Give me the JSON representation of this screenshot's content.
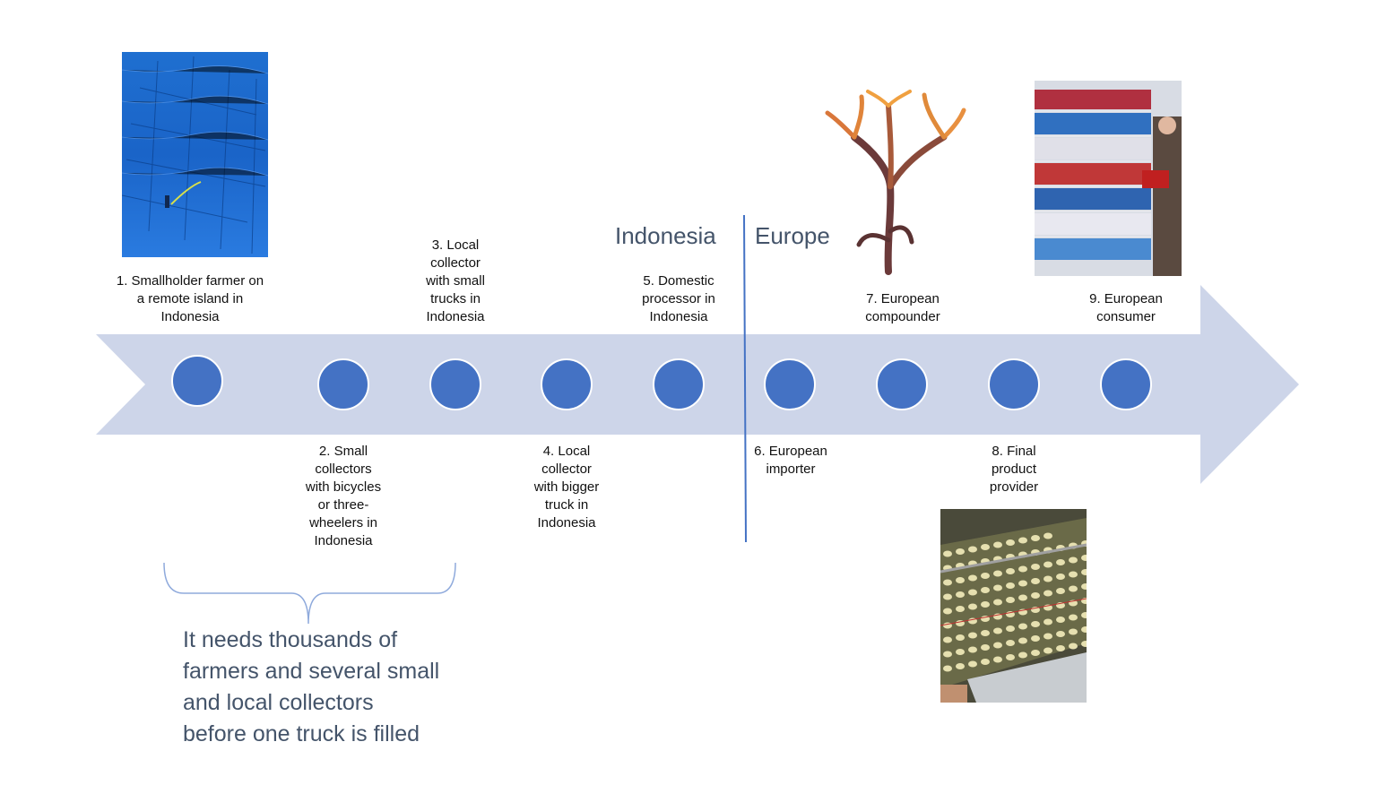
{
  "colors": {
    "arrow": "#CDD5E9",
    "node": "#4472C4",
    "node_stroke": "#FFFFFF",
    "divider": "#4472C4",
    "text_muted": "#44546A"
  },
  "regions": {
    "left": "Indonesia",
    "right": "Europe"
  },
  "steps": [
    {
      "label": "1. Smallholder farmer on\na remote island in\nIndonesia"
    },
    {
      "label": "2. Small\ncollectors\nwith bicycles\nor three-\nwheelers in\nIndonesia"
    },
    {
      "label": "3. Local\ncollector\nwith small\ntrucks in\nIndonesia"
    },
    {
      "label": "4. Local\ncollector\nwith bigger\ntruck in\nIndonesia"
    },
    {
      "label": "5. Domestic\nprocessor in\nIndonesia"
    },
    {
      "label": "6. European\nimporter"
    },
    {
      "label": "7. European\ncompounder"
    },
    {
      "label": "8. Final\nproduct\nprovider"
    },
    {
      "label": "9. European\nconsumer"
    }
  ],
  "note": "It needs thousands of\nfarmers and several small\nand local collectors\nbefore one truck is filled",
  "images": [
    {
      "name": "seaweed-farm-photo",
      "depicts": "seaweed farmer in blue sea water"
    },
    {
      "name": "seaweed-illustration",
      "depicts": "orange-red branching seaweed"
    },
    {
      "name": "supermarket-photo",
      "depicts": "shopper at supermarket dairy shelf"
    },
    {
      "name": "factory-line-photo",
      "depicts": "production line with food products"
    }
  ]
}
